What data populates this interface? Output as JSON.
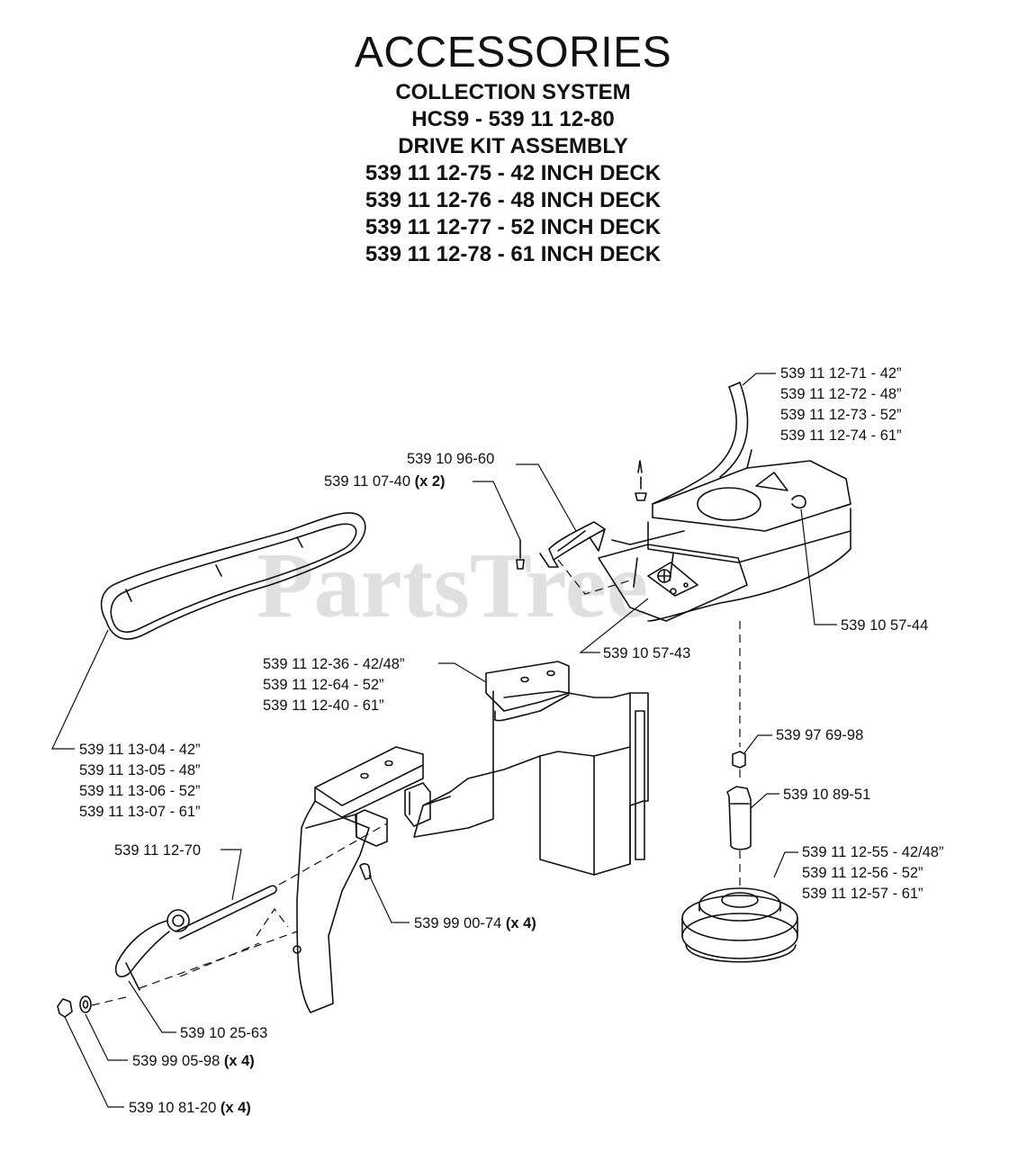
{
  "header": {
    "title": "ACCESSORIES",
    "lines": [
      "COLLECTION SYSTEM",
      "HCS9 - 539 11 12-80",
      "DRIVE KIT ASSEMBLY",
      "539 11 12-75 - 42 INCH DECK",
      "539 11 12-76 - 48 INCH DECK",
      "539 11 12-77 - 52 INCH DECK",
      "539 11 12-78 - 61 INCH DECK"
    ]
  },
  "watermark": "PartsTree",
  "callouts": {
    "cover_plate": [
      "539 11 12-71 - 42”",
      "539 11 12-72 - 48”",
      "539 11 12-73 - 52”",
      "539 11 12-74 - 61”"
    ],
    "latch": "539 10 96-60",
    "pin_part": "539 11 07-40",
    "pin_qty": "(x 2)",
    "decal_right": "539 10 57-44",
    "decal_left": "539 10 57-43",
    "bracket": [
      "539 11 12-36 - 42/48”",
      "539 11 12-64 - 52”",
      "539 11 12-40 - 61”"
    ],
    "belt": [
      "539 11 13-04 - 42”",
      "539 11 13-05 - 48”",
      "539 11 13-06 - 52”",
      "539 11 13-07 - 61”"
    ],
    "nut": "539 97 69-98",
    "bolt": "539 10 89-51",
    "pulley": [
      "539 11 12-55 - 42/48”",
      "539 11 12-56 - 52”",
      "539 11 12-57 - 61”"
    ],
    "rod": "539 11 12-70",
    "carriage_part": "539 99 00-74",
    "carriage_qty": "(x 4)",
    "lanyard": "539 10 25-63",
    "washer_part": "539 99 05-98",
    "washer_qty": "(x 4)",
    "locknut_part": "539 10 81-20",
    "locknut_qty": "(x 4)"
  }
}
